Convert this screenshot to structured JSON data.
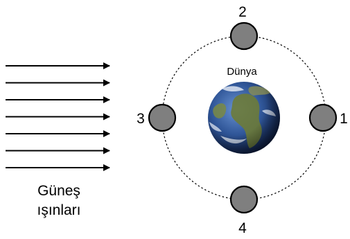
{
  "diagram": {
    "earth_label": "Dünya",
    "sun_rays_label_line1": "Güneş",
    "sun_rays_label_line2": "ışınları",
    "moon_positions": [
      {
        "label": "1"
      },
      {
        "label": "2"
      },
      {
        "label": "3"
      },
      {
        "label": "4"
      }
    ],
    "colors": {
      "moon_fill": "#7f7f7f",
      "moon_stroke": "#000000",
      "orbit_stroke": "#000000",
      "ray_stroke": "#000000",
      "ocean": "#2a4f8f",
      "land": "#6b7a3a"
    },
    "ray_count": 7
  }
}
